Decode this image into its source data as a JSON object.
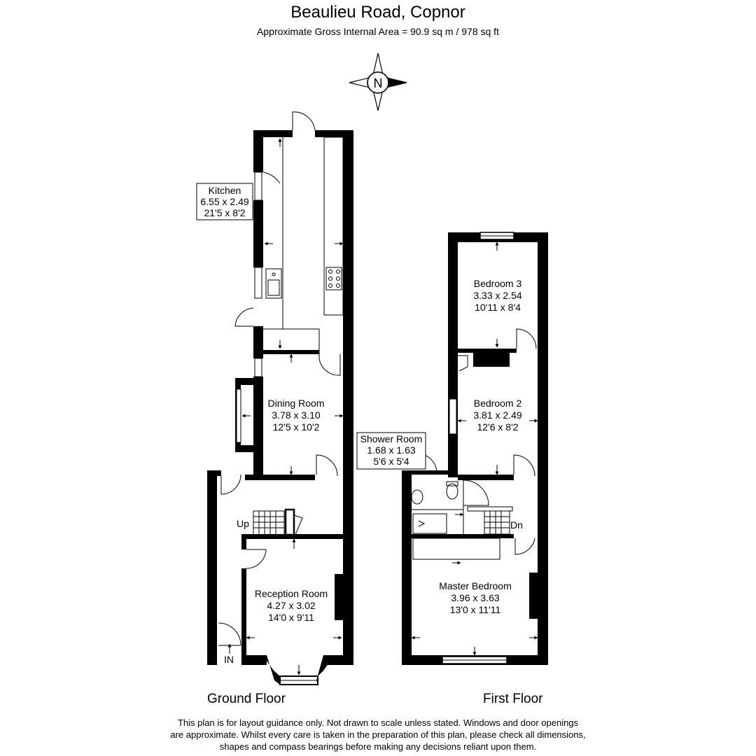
{
  "header": {
    "title": "Beaulieu Road, Copnor",
    "subtitle": "Approximate Gross Internal Area = 90.9 sq m / 978 sq ft"
  },
  "compass": {
    "letter": "N",
    "icon": "compass-rose-icon"
  },
  "floors": {
    "ground": {
      "label": "Ground Floor"
    },
    "first": {
      "label": "First Floor"
    }
  },
  "rooms": {
    "kitchen": {
      "name": "Kitchen",
      "metric": "6.55 x 2.49",
      "imperial": "21'5 x 8'2"
    },
    "dining": {
      "name": "Dining Room",
      "metric": "3.78 x 3.10",
      "imperial": "12'5 x 10'2"
    },
    "reception": {
      "name": "Reception Room",
      "metric": "4.27 x 3.02",
      "imperial": "14'0 x 9'11"
    },
    "bedroom3": {
      "name": "Bedroom 3",
      "metric": "3.33 x 2.54",
      "imperial": "10'11 x 8'4"
    },
    "bedroom2": {
      "name": "Bedroom 2",
      "metric": "3.81 x 2.49",
      "imperial": "12'6 x 8'2"
    },
    "shower": {
      "name": "Shower Room",
      "metric": "1.68 x 1.63",
      "imperial": "5'6 x 5'4"
    },
    "master": {
      "name": "Master Bedroom",
      "metric": "3.96 x 3.63",
      "imperial": "13'0 x 11'11"
    }
  },
  "stairs": {
    "up": "Up",
    "down": "Dn",
    "entrance": "IN"
  },
  "disclaimer": {
    "line1": "This plan is for layout guidance only. Not drawn to scale unless stated. Windows and door openings",
    "line2": "are approximate. Whilst every care is taken in the preparation of this plan, please check all dimensions,",
    "line3": "shapes and compass bearings before making any decisions reliant upon them."
  }
}
